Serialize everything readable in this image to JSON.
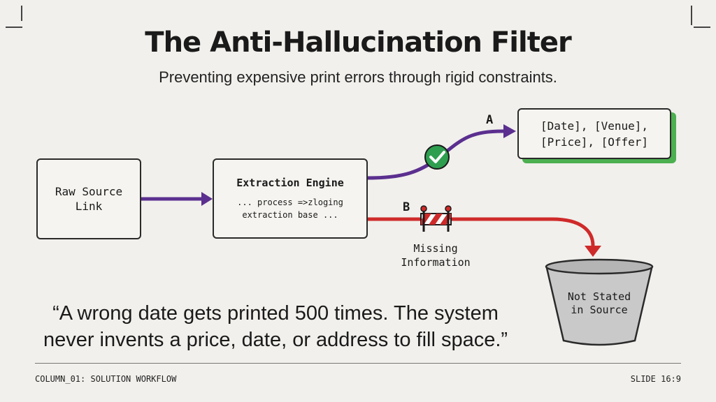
{
  "title": "The Anti-Hallucination Filter",
  "subtitle": "Preventing expensive print errors through rigid constraints.",
  "nodes": {
    "raw_source": [
      "Raw Source",
      "Link"
    ],
    "engine": {
      "title": "Extraction Engine",
      "lines": [
        "... process =>zloging",
        "extraction base ..."
      ]
    },
    "output": [
      "[Date], [Venue],",
      "[Price], [Offer]"
    ],
    "bucket": [
      "Not Stated",
      "in Source"
    ]
  },
  "paths": {
    "a_label": "A",
    "b_label": "B",
    "missing": [
      "Missing",
      "Information"
    ]
  },
  "quote": [
    "“A wrong date gets printed 500 times. The system",
    "never invents a price, date, or address to fill space.”"
  ],
  "footer": {
    "left": "COLUMN_01: SOLUTION WORKFLOW",
    "right": "SLIDE 16:9"
  },
  "colors": {
    "background": "#f1f0ec",
    "success_path": "#5b2f8f",
    "blocked_path": "#cf2a2a",
    "check": "#2e9e4f",
    "output_shadow": "#4caf50",
    "bucket": "#c9c9c9"
  },
  "icons": [
    "check-icon",
    "barrier-icon",
    "bucket-icon"
  ]
}
